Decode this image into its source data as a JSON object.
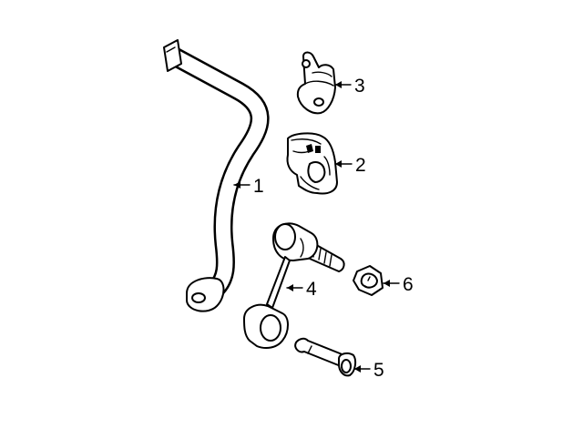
{
  "diagram": {
    "parts": [
      {
        "id": "stabilizer-bar",
        "number": "1"
      },
      {
        "id": "bushing",
        "number": "2"
      },
      {
        "id": "bracket",
        "number": "3"
      },
      {
        "id": "stabilizer-link",
        "number": "4"
      },
      {
        "id": "bolt",
        "number": "5"
      },
      {
        "id": "nut",
        "number": "6"
      }
    ]
  }
}
